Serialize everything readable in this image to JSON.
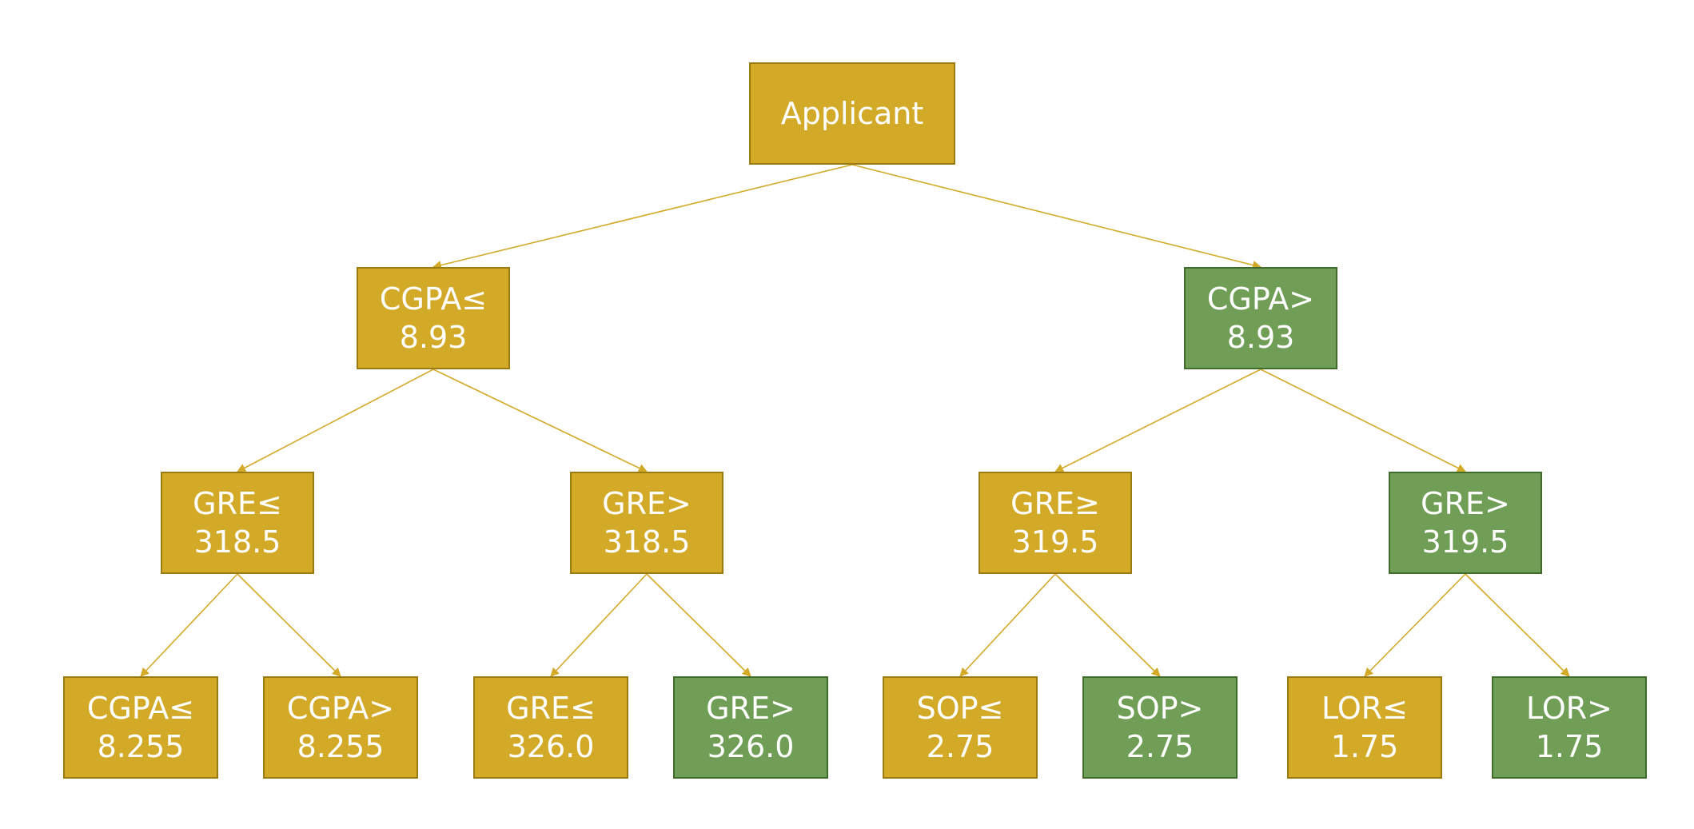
{
  "colors": {
    "gold": "#d3a928",
    "green": "#709e56",
    "edge": "#d3a928",
    "text": "#ffffff"
  },
  "tree": {
    "root": {
      "line1": "Applicant",
      "line2": ""
    },
    "n1": {
      "line1": "CGPA≤",
      "line2": "8.93"
    },
    "n2": {
      "line1": "CGPA>",
      "line2": "8.93"
    },
    "n3": {
      "line1": "GRE≤",
      "line2": "318.5"
    },
    "n4": {
      "line1": "GRE>",
      "line2": "318.5"
    },
    "n5": {
      "line1": "GRE≥",
      "line2": "319.5"
    },
    "n6": {
      "line1": "GRE>",
      "line2": "319.5"
    },
    "l1": {
      "line1": "CGPA≤",
      "line2": "8.255"
    },
    "l2": {
      "line1": "CGPA>",
      "line2": "8.255"
    },
    "l3": {
      "line1": "GRE≤",
      "line2": "326.0"
    },
    "l4": {
      "line1": "GRE>",
      "line2": "326.0"
    },
    "l5": {
      "line1": "SOP≤",
      "line2": "2.75"
    },
    "l6": {
      "line1": "SOP>",
      "line2": "2.75"
    },
    "l7": {
      "line1": "LOR≤",
      "line2": "1.75"
    },
    "l8": {
      "line1": "LOR>",
      "line2": "1.75"
    }
  }
}
